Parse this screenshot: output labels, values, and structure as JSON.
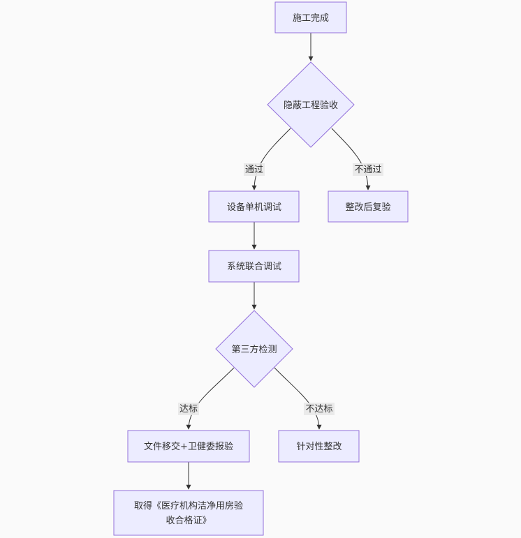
{
  "nodes": {
    "n1": "施工完成",
    "n2": "隐蔽工程验收",
    "n3": "设备单机调试",
    "n4": "整改后复验",
    "n5": "系统联合调试",
    "n6": "第三方检测",
    "n7": "文件移交+卫健委报验",
    "n8": "针对性整改",
    "n9_line1": "取得《医疗机构洁净用房验",
    "n9_line2": "收合格证》"
  },
  "edges": {
    "e_pass": "通过",
    "e_fail": "不通过",
    "e_ok": "达标",
    "e_notok": "不达标"
  },
  "colors": {
    "node_fill": "#ececff",
    "node_stroke": "#9370db",
    "edge": "#333333",
    "background": "#fafafa"
  }
}
